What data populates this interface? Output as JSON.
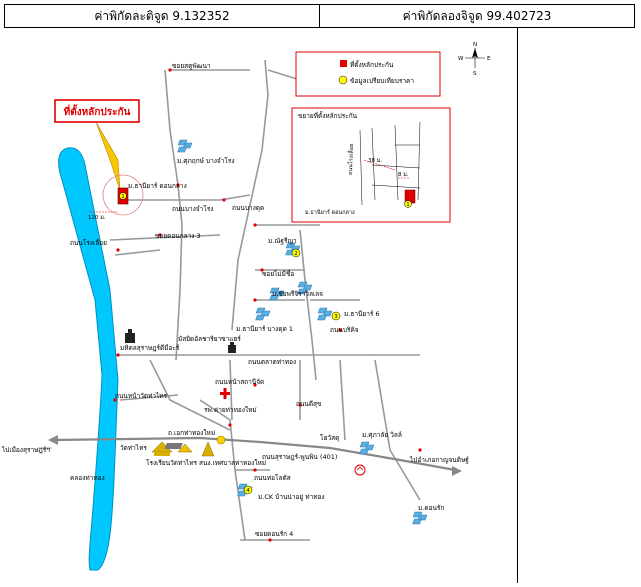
{
  "header": {
    "latitude": "ค่าพิกัดละติจูด 9.132352",
    "longitude": "ค่าพิกัดลองจิจูด 99.402723"
  },
  "legend": {
    "collateral": "ที่ตั้งหลักประกัน",
    "comparison": "ข้อมูลเปรียบเทียบราคา"
  },
  "callout": {
    "title": "ที่ตั้งหลักประกัน"
  },
  "compass": {
    "n": "N",
    "s": "S",
    "e": "E",
    "w": "W"
  },
  "inset": {
    "title": "ขยายที่ตั้งหลักประกัน",
    "road": "ถนนโรงเลื่อย",
    "dist1": "38 ม.",
    "dist2": "8 ม.",
    "village": "ม.ธานียาร์ ดอนกลาง",
    "marker": "1"
  },
  "labels": {
    "l01": "ซอยสตูพัฒนา",
    "l02": "ม.ศุภฤกษ์ บางจำโรง",
    "l03": "ม.ธานียาร์ ดอนกลาง",
    "l04": "ถนนบางจำโรง",
    "l05": "ถนนบางดุด",
    "l06": "ซอยดอนกลาง 3",
    "l07": "ถนนโรงเลื่อย",
    "l08": "ม.ณัฐรีญา",
    "l09": "ซอยไม่มีชื่อ",
    "l10": "ม.ชัยพรีจิราวิลเลจ",
    "l11": "ม.ธานียาร์ 6",
    "l12": "ม.ธานียาร์ บางดุด 1",
    "l13": "ถนนบริคิจ",
    "l14": "มหิดลสุราษฎร์ดีมีอะร์",
    "l15": "มัสยิดอัลชาริยาซาแฮร์",
    "l16": "ถนนตลาดท่าทอง",
    "l17": "ถนนหน้าวัดท่าไทร",
    "l18": "ถนนหน้าสถานีจัด",
    "l19": "รพ.ค่ายท่าทองใหม่",
    "l20": "ถนนดีสุข",
    "l21": "ถ.เอกท่าทองใหม่",
    "l22": "วัดท่าไทร",
    "l23": "โรงเรียนวัดท่าไทร",
    "l24": "สนง.เทศบาลท่าทองใหม่",
    "l25": "ถนนท่อโลตัส",
    "l26": "ม.CK บ้านน่าอยู่ ท่าทอง",
    "l27": "ถนนสุราษฎร์-พูนพิน (401)",
    "l28": "โฮวัสดุ",
    "l29": "ม.ศุภาลัย วิลล์",
    "l30": "ไปอำเภอกาญจนดิษฐ์",
    "l31": "ไปเมืองสุราษฎร์ฯ",
    "l32": "คลองท่าทอง",
    "l33": "ม.ดอนรัก",
    "l34": "ซอยดอนรัก 4",
    "l35": "120 ม."
  },
  "markers": {
    "collateral": "1",
    "m2": "2",
    "m3": "3",
    "m4": "4"
  },
  "colors": {
    "river": "#00c8ff",
    "collateral": "#e00000",
    "comparison": "#ffff00",
    "callout_border": "#e00000",
    "callout_text": "#e00000",
    "building": "#5aaee0"
  }
}
